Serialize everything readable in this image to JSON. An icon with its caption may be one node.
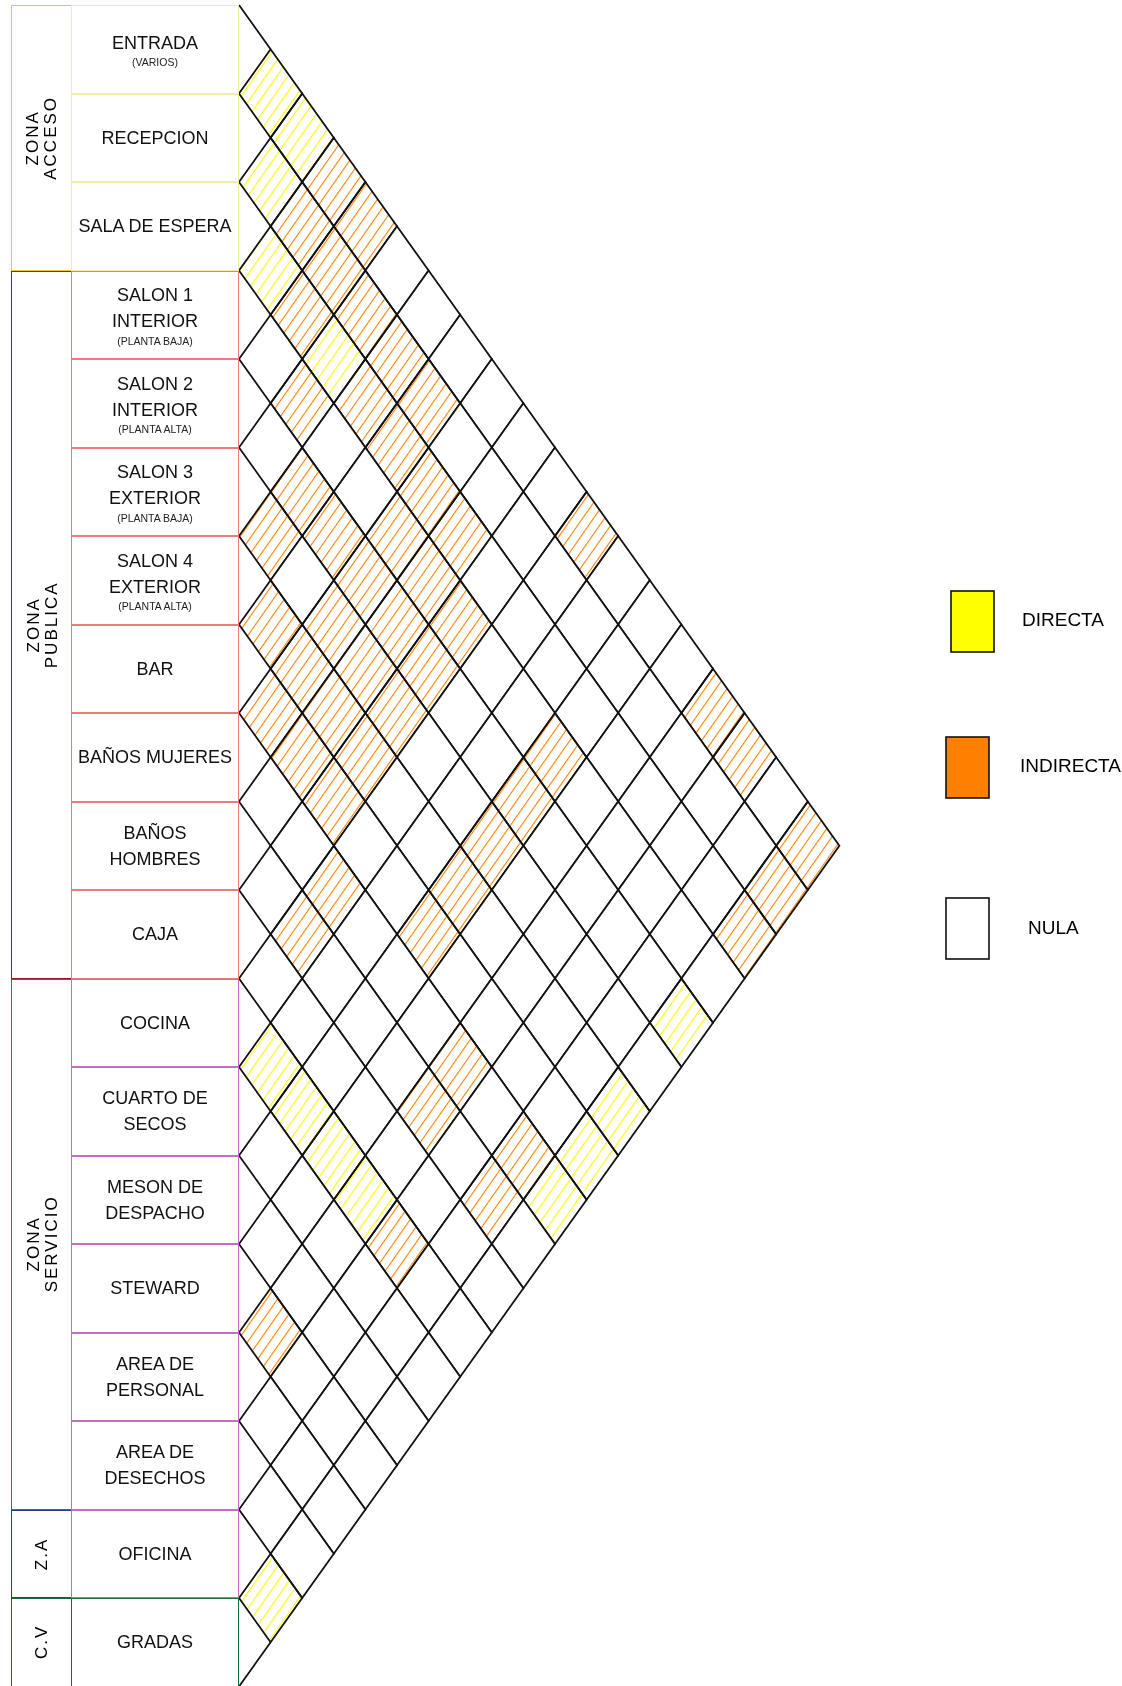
{
  "diagram": {
    "nodes": [
      {
        "text": [
          "ZONA ACCESO"
        ]
      },
      {
        "text": [
          "ENTRADA",
          "(VARIOS)"
        ]
      },
      {
        "text": [
          "RECEPCION"
        ]
      },
      {
        "text": [
          "SALA DE ESPERA"
        ]
      },
      {
        "text": [
          "ZONA PUBLICA"
        ]
      },
      {
        "text": [
          "SALON 1 INTERIOR",
          "(PLANTA BAJA)"
        ]
      },
      {
        "text": [
          "SALON 2 INTERIOR",
          "(PLANTA ALTA)"
        ]
      },
      {
        "text": [
          "SALON 3 EXTERIOR",
          "(PLANTA BAJA)"
        ]
      },
      {
        "text": [
          "SALON 4 EXTERIOR",
          "(PLANTA ALTA)"
        ]
      },
      {
        "text": [
          "BAR"
        ]
      },
      {
        "text": [
          "BAÑOS MUJERES"
        ]
      },
      {
        "text": [
          "BAÑOS HOMBRES"
        ]
      },
      {
        "text": [
          "CAJA"
        ]
      },
      {
        "text": [
          "ZONA SERVICIO"
        ]
      },
      {
        "text": [
          "COCINA"
        ]
      },
      {
        "text": [
          "CUARTO DE SECOS"
        ]
      },
      {
        "text": [
          "MESON DE DESPACHO"
        ]
      },
      {
        "text": [
          "STEWARD"
        ]
      },
      {
        "text": [
          "AREA DE PERSONAL"
        ]
      },
      {
        "text": [
          "AREA DE DESECHOS"
        ]
      },
      {
        "text": [
          "Z.A"
        ]
      },
      {
        "text": [
          "OFICINA"
        ]
      },
      {
        "text": [
          "C.V"
        ]
      },
      {
        "text": [
          "GRADAS"
        ]
      }
    ],
    "legend": [
      {
        "text": "DIRECTA",
        "color": "#ffff00"
      },
      {
        "text": "INDIRECTA",
        "color": "#ff8000"
      },
      {
        "text": "NULA",
        "color": "#ffffff"
      }
    ]
  }
}
